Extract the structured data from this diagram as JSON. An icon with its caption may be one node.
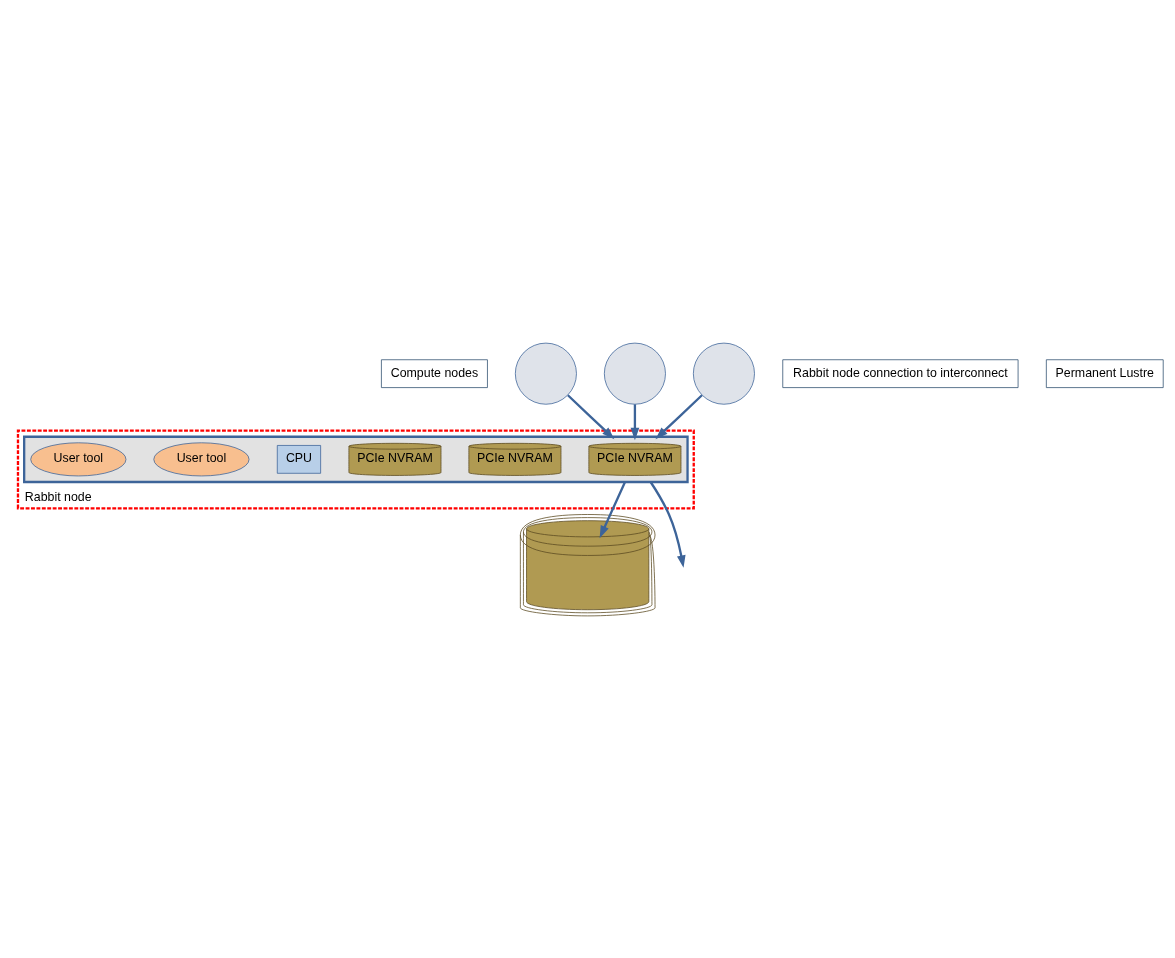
{
  "diagram": {
    "nodes": [
      {
        "text": [
          "Compute nodes"
        ]
      },
      {
        "text": [],
        "shape": "circle"
      },
      {
        "text": [],
        "shape": "circle"
      },
      {
        "text": [],
        "shape": "circle"
      },
      {
        "text": [
          "Rabbit node"
        ]
      },
      {
        "text": [],
        "shape": "box",
        "in": 4
      },
      {
        "text": [
          "PCIe NVRAM"
        ],
        "in": 5
      },
      {
        "text": [
          "PCIe NVRAM"
        ],
        "in": 5
      },
      {
        "text": [
          "PCIe NVRAM"
        ],
        "in": 5
      },
      {
        "text": [
          "CPU"
        ],
        "in": 5
      },
      {
        "text": [
          "User tool"
        ],
        "in": 5
      },
      {
        "text": [
          "User tool"
        ],
        "in": 5
      },
      {
        "text": [
          "Rabbit node connection to interconnect"
        ]
      },
      {
        "text": [],
        "shape": "cylinder"
      },
      {
        "text": [
          "Permanent Lustre"
        ]
      }
    ],
    "edges": [
      {
        "from": 1,
        "to": 5,
        "arrow": "to"
      },
      {
        "from": 2,
        "to": 5,
        "arrow": "to"
      },
      {
        "from": 3,
        "to": 5,
        "arrow": "to"
      },
      {
        "from": 5,
        "to": null,
        "arrow": "to"
      },
      {
        "from": 5,
        "to": 13,
        "arrow": "to"
      }
    ]
  }
}
